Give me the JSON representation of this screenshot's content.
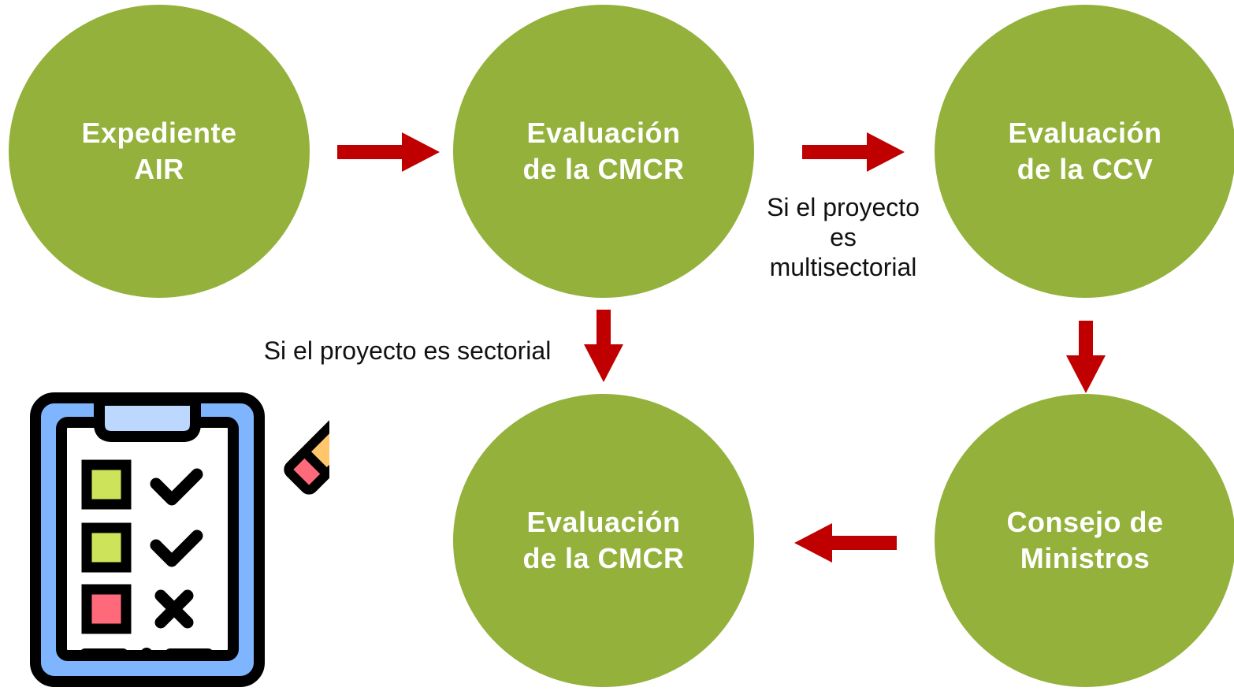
{
  "colors": {
    "node_fill": "#93b13b",
    "node_text": "#ffffff",
    "arrow": "#c00000",
    "caption_text": "#111111"
  },
  "nodes": [
    {
      "id": "expediente-air",
      "label": "Expediente\nAIR"
    },
    {
      "id": "evaluacion-cmcr-top",
      "label": "Evaluación\nde la CMCR"
    },
    {
      "id": "evaluacion-ccv",
      "label": "Evaluación\nde la CCV"
    },
    {
      "id": "evaluacion-cmcr-bottom",
      "label": "Evaluación\nde la CMCR"
    },
    {
      "id": "consejo-ministros",
      "label": "Consejo de\nMinistros"
    }
  ],
  "captions": {
    "multisectorial": "Si el proyecto\nes\nmultisectorial",
    "sectorial": "Si el proyecto es sectorial"
  },
  "icons": {
    "clipboard": "checklist-clipboard-icon"
  }
}
